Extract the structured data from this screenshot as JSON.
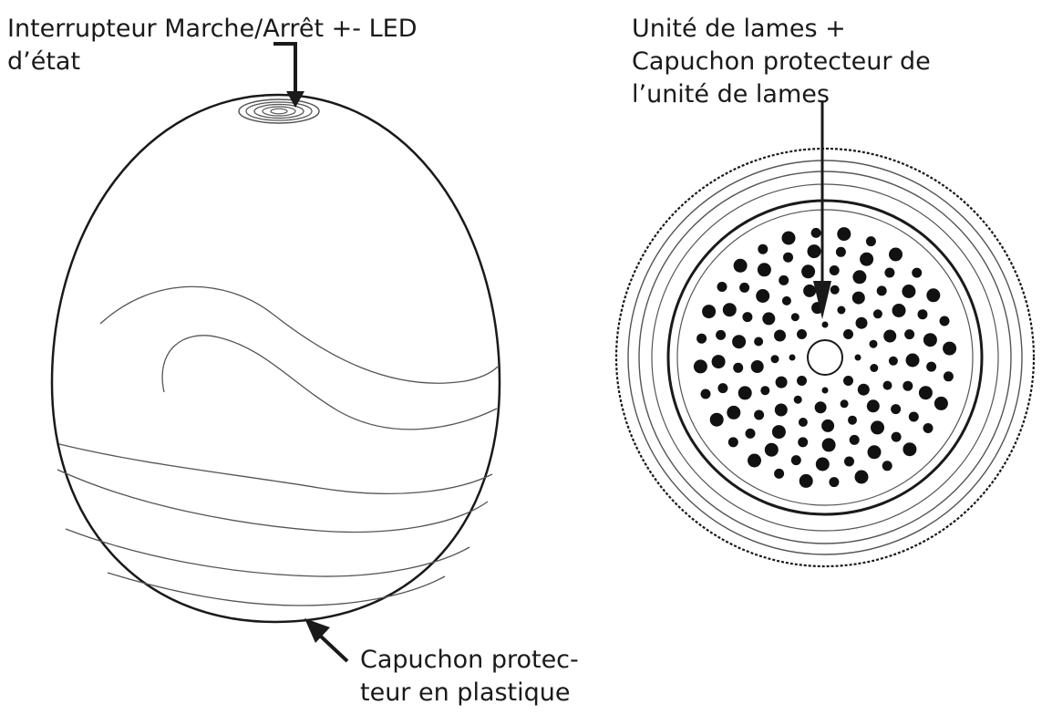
{
  "labels": {
    "switch_line1": "Interrupteur Marche/Arrêt +- LED",
    "switch_line2": "d’état",
    "blade_line1": "Unité de lames +",
    "blade_line2": "Capuchon protecteur de",
    "blade_line3": "l’unité de lames",
    "cap_line1": "Capuchon protec-",
    "cap_line2": "teur en plastique"
  },
  "colors": {
    "line": "#1a1a1a",
    "thin_line": "#555555",
    "background": "#ffffff"
  },
  "icons": {
    "left_object": "egg-shaped-device-icon",
    "right_object": "blade-unit-top-view-icon"
  }
}
